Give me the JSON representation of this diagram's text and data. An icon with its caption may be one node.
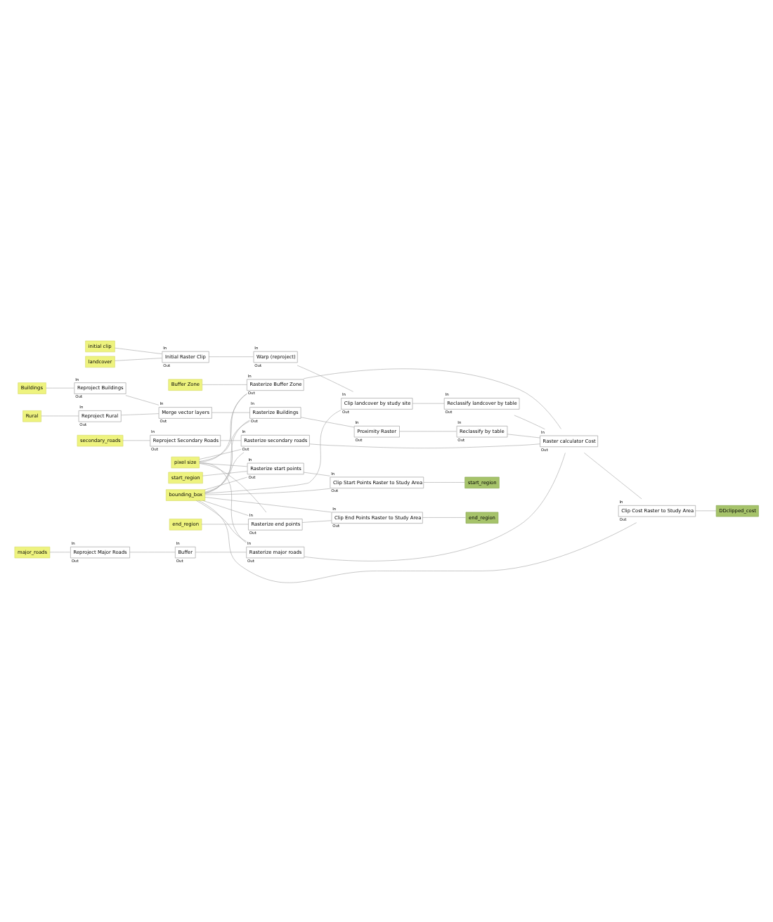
{
  "diagram": {
    "nodes": [
      {
        "text": [
          "landcover"
        ]
      },
      {
        "text": [
          "initial clip"
        ]
      },
      {
        "text": [
          "bounding_box"
        ]
      },
      {
        "text": [
          "pixel size"
        ]
      },
      {
        "text": [
          "Buffer Zone"
        ]
      },
      {
        "text": [
          "secondary_roads"
        ]
      },
      {
        "text": [
          "major_roads"
        ]
      },
      {
        "text": [
          "Rural"
        ]
      },
      {
        "text": [
          "Buildings"
        ]
      },
      {
        "text": [
          "end_region"
        ]
      },
      {
        "text": [
          "start_region"
        ]
      },
      {
        "text": [
          "Initial Raster Clip"
        ],
        "beside": [
          "In",
          "Out"
        ]
      },
      {
        "text": [
          "Warp (reproject)"
        ],
        "beside": [
          "In",
          "Out"
        ]
      },
      {
        "text": [
          "Clip landcover by study site"
        ],
        "beside": [
          "In",
          "Out"
        ]
      },
      {
        "text": [
          "Reclassify landcover by table"
        ],
        "beside": [
          "In",
          "Out"
        ]
      },
      {
        "text": [
          "Rasterize Buffer Zone"
        ],
        "beside": [
          "In",
          "Out"
        ]
      },
      {
        "text": [
          "Reproject Secondary Roads"
        ],
        "beside": [
          "In",
          "Out"
        ]
      },
      {
        "text": [
          "Rasterize secondary roads"
        ],
        "beside": [
          "In",
          "Out"
        ]
      },
      {
        "text": [
          "Reproject Major Roads"
        ],
        "beside": [
          "In",
          "Out"
        ]
      },
      {
        "text": [
          "Buffer"
        ],
        "beside": [
          "In",
          "Out"
        ]
      },
      {
        "text": [
          "Rasterize major roads"
        ],
        "beside": [
          "In",
          "Out"
        ]
      },
      {
        "text": [
          "Reproject Rural"
        ],
        "beside": [
          "In",
          "Out"
        ]
      },
      {
        "text": [
          "Reproject Buildings"
        ],
        "beside": [
          "In",
          "Out"
        ]
      },
      {
        "text": [
          "Merge vector layers"
        ],
        "beside": [
          "In",
          "Out"
        ]
      },
      {
        "text": [
          "Rasterize Buildings"
        ],
        "beside": [
          "In",
          "Out"
        ]
      },
      {
        "text": [
          "Proximity Raster"
        ],
        "beside": [
          "In",
          "Out"
        ]
      },
      {
        "text": [
          "Reclassify by table"
        ],
        "beside": [
          "In",
          "Out"
        ]
      },
      {
        "text": [
          "Raster calculator Cost"
        ],
        "beside": [
          "In",
          "Out"
        ]
      },
      {
        "text": [
          "Clip Cost Raster to Study Area"
        ],
        "beside": [
          "In",
          "Out"
        ]
      },
      {
        "text": [
          "Rasterize end points"
        ],
        "beside": [
          "In",
          "Out"
        ]
      },
      {
        "text": [
          "Clip End Points Raster to Study Area"
        ],
        "beside": [
          "In",
          "Out"
        ]
      },
      {
        "text": [
          "Rasterize start points"
        ],
        "beside": [
          "In",
          "Out"
        ]
      },
      {
        "text": [
          "Clip Start Points Raster to Study Area"
        ],
        "beside": [
          "In",
          "Out"
        ]
      },
      {
        "text": [
          "DDclipped_cost"
        ]
      },
      {
        "text": [
          "end_region"
        ]
      },
      {
        "text": [
          "start_region"
        ]
      }
    ],
    "edges": [
      {
        "from": 0,
        "to": 11,
        "arrow": "none"
      },
      {
        "from": 1,
        "to": 11,
        "arrow": "none"
      },
      {
        "from": 11,
        "to": 12,
        "arrow": "none"
      },
      {
        "from": 12,
        "to": 13,
        "arrow": "none"
      },
      {
        "from": 2,
        "to": 13,
        "arrow": "none"
      },
      {
        "from": 13,
        "to": 14,
        "arrow": "none"
      },
      {
        "from": 4,
        "to": 15,
        "arrow": "none"
      },
      {
        "from": 2,
        "to": 15,
        "arrow": "none"
      },
      {
        "from": 3,
        "to": 15,
        "arrow": "none"
      },
      {
        "from": 5,
        "to": 16,
        "arrow": "none"
      },
      {
        "from": 16,
        "to": 17,
        "arrow": "none"
      },
      {
        "from": 2,
        "to": 17,
        "arrow": "none"
      },
      {
        "from": 3,
        "to": 17,
        "arrow": "none"
      },
      {
        "from": 6,
        "to": 18,
        "arrow": "none"
      },
      {
        "from": 18,
        "to": 19,
        "arrow": "none"
      },
      {
        "from": 19,
        "to": 20,
        "arrow": "none"
      },
      {
        "from": 2,
        "to": 20,
        "arrow": "none"
      },
      {
        "from": 3,
        "to": 20,
        "arrow": "none"
      },
      {
        "from": 7,
        "to": 21,
        "arrow": "none"
      },
      {
        "from": 8,
        "to": 22,
        "arrow": "none"
      },
      {
        "from": 21,
        "to": 23,
        "arrow": "none"
      },
      {
        "from": 22,
        "to": 23,
        "arrow": "none"
      },
      {
        "from": 23,
        "to": 24,
        "arrow": "none"
      },
      {
        "from": 2,
        "to": 24,
        "arrow": "none"
      },
      {
        "from": 3,
        "to": 24,
        "arrow": "none"
      },
      {
        "from": 24,
        "to": 25,
        "arrow": "none"
      },
      {
        "from": 25,
        "to": 26,
        "arrow": "none"
      },
      {
        "from": 14,
        "to": 27,
        "arrow": "none"
      },
      {
        "from": 15,
        "to": 27,
        "arrow": "none"
      },
      {
        "from": 17,
        "to": 27,
        "arrow": "none"
      },
      {
        "from": 20,
        "to": 27,
        "arrow": "none"
      },
      {
        "from": 26,
        "to": 27,
        "arrow": "none"
      },
      {
        "from": 27,
        "to": 28,
        "arrow": "none"
      },
      {
        "from": 2,
        "to": 28,
        "arrow": "none"
      },
      {
        "from": 28,
        "to": 33,
        "arrow": "none"
      },
      {
        "from": 9,
        "to": 29,
        "arrow": "none"
      },
      {
        "from": 2,
        "to": 29,
        "arrow": "none"
      },
      {
        "from": 3,
        "to": 29,
        "arrow": "none"
      },
      {
        "from": 29,
        "to": 30,
        "arrow": "none"
      },
      {
        "from": 2,
        "to": 30,
        "arrow": "none"
      },
      {
        "from": 30,
        "to": 34,
        "arrow": "none"
      },
      {
        "from": 10,
        "to": 31,
        "arrow": "none"
      },
      {
        "from": 2,
        "to": 31,
        "arrow": "none"
      },
      {
        "from": 3,
        "to": 31,
        "arrow": "none"
      },
      {
        "from": 31,
        "to": 32,
        "arrow": "none"
      },
      {
        "from": 2,
        "to": 32,
        "arrow": "none"
      },
      {
        "from": 32,
        "to": 35,
        "arrow": "none"
      }
    ]
  }
}
